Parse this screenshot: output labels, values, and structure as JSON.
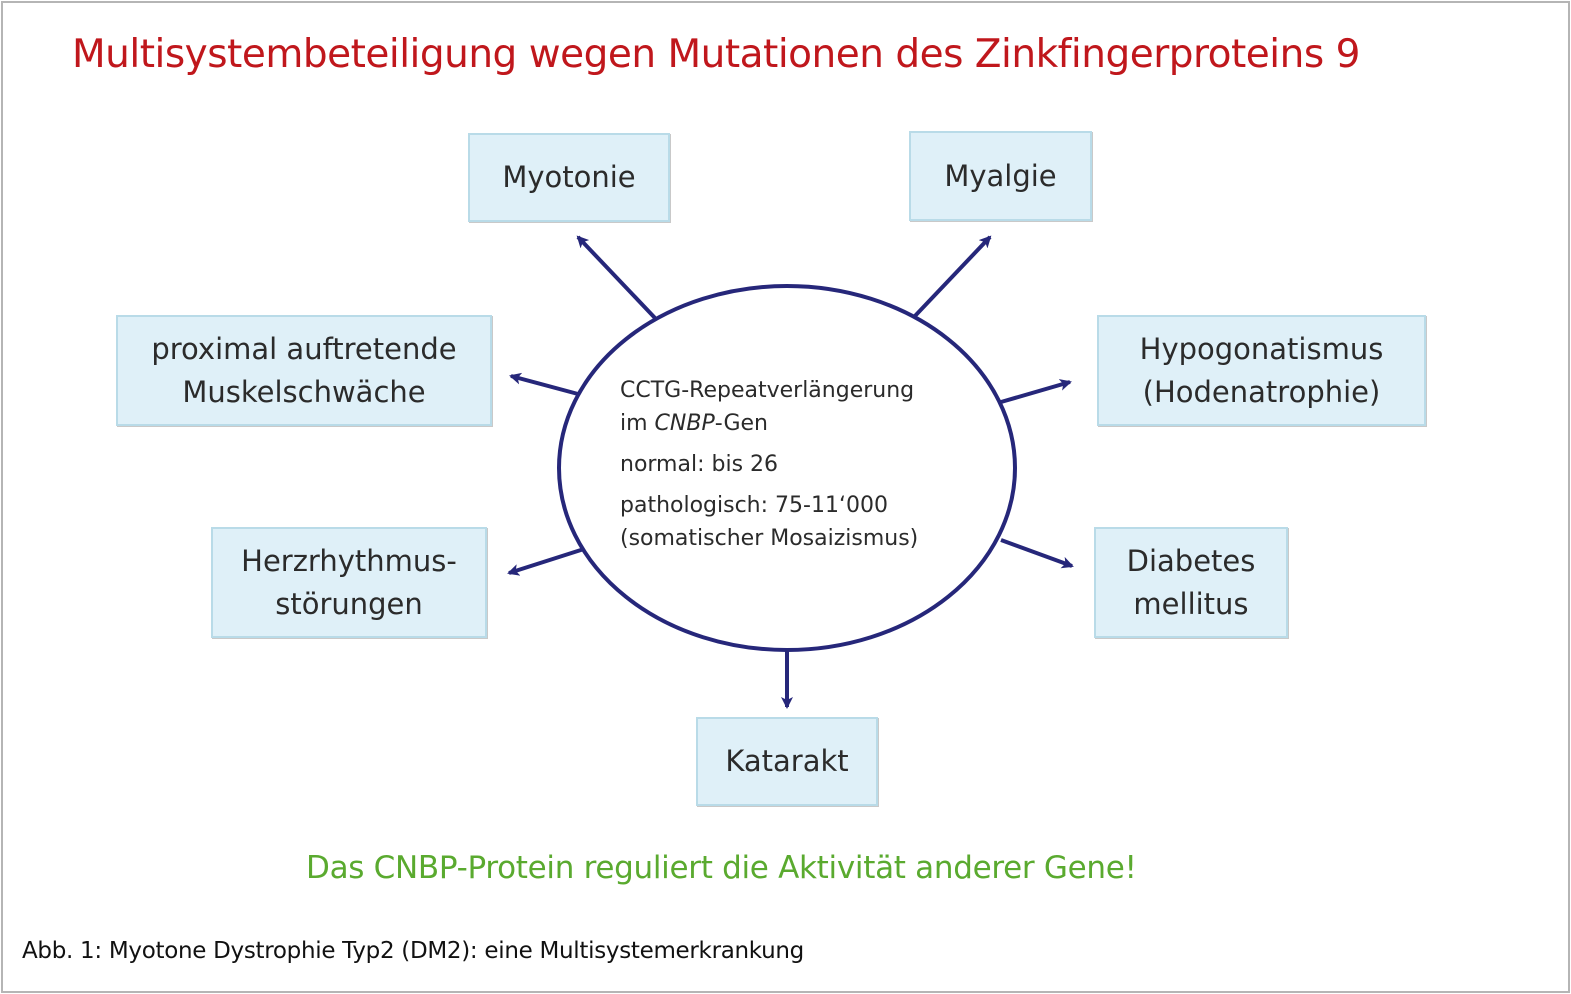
{
  "title": "Multisystembeteiligung wegen Mutationen des Zinkfingerproteins 9",
  "center": {
    "line1": "CCTG-Repeatverlängerung",
    "line2_prefix": "im ",
    "line2_gene": "CNBP",
    "line2_suffix": "-Gen",
    "normal": "normal: bis 26",
    "pathological": "pathologisch: 75-11‘000",
    "mosaic": "(somatischer Mosaizismus)"
  },
  "boxes": {
    "myotonie": [
      "Myotonie"
    ],
    "myalgie": [
      "Myalgie"
    ],
    "muskel": [
      "proximal auftretende",
      "Muskelschwäche"
    ],
    "hypo": [
      "Hypogonatismus",
      "(Hodenatrophie)"
    ],
    "herz": [
      "Herzrhythmus-",
      "störungen"
    ],
    "diabetes": [
      "Diabetes",
      "mellitus"
    ],
    "katarakt": [
      "Katarakt"
    ]
  },
  "note": "Das CNBP-Protein reguliert die Aktivität anderer Gene!",
  "caption": "Abb. 1: Myotone Dystrophie Typ2 (DM2): eine Multisystemerkrankung",
  "colors": {
    "title": "#c0171c",
    "note": "#5aaa2f",
    "ellipse": "#26277a",
    "box_fill": "#dff0f8"
  }
}
